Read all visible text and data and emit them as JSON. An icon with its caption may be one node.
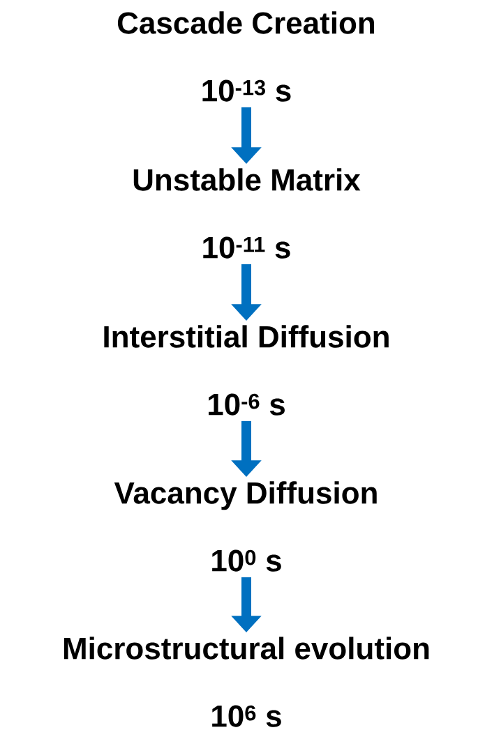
{
  "diagram": {
    "nodes": [
      {
        "text": [
          "Cascade Creation",
          "10$^{-13}$ s"
        ]
      },
      {
        "text": [
          "Unstable Matrix",
          "10$^{-11}$ s"
        ]
      },
      {
        "text": [
          "Interstitial Diffusion",
          "10$^{-6}$ s"
        ]
      },
      {
        "text": [
          "Vacancy Diffusion",
          "10$^{0}$ s"
        ]
      },
      {
        "text": [
          "Microstructural evolution",
          "10$^{6}$ s"
        ]
      }
    ],
    "edges": [
      {
        "from": 0,
        "to": 1,
        "arrow": "to"
      },
      {
        "from": 1,
        "to": 2,
        "arrow": "to"
      },
      {
        "from": 2,
        "to": 3,
        "arrow": "to"
      },
      {
        "from": 3,
        "to": 4,
        "arrow": "to"
      }
    ]
  }
}
